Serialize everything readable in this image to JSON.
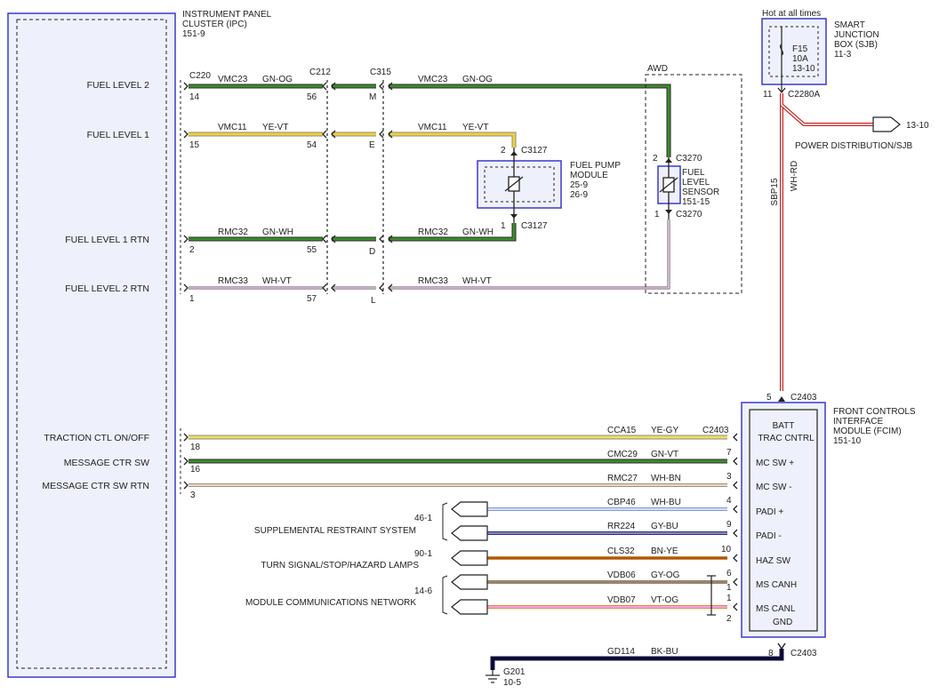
{
  "ipc": {
    "title_l1": "INSTRUMENT PANEL",
    "title_l2": "CLUSTER (IPC)",
    "ref": "151-9",
    "pin_labels": {
      "fl2": "FUEL LEVEL 2",
      "fl1": "FUEL LEVEL 1",
      "fl1rtn": "FUEL LEVEL 1 RTN",
      "fl2rtn": "FUEL LEVEL 2 RTN",
      "tc": "TRACTION CTL ON/OFF",
      "msw": "MESSAGE CTR SW",
      "mswrtn": "MESSAGE CTR SW RTN"
    }
  },
  "sjb": {
    "hot": "Hot at all times",
    "title_l1": "SMART",
    "title_l2": "JUNCTION",
    "title_l3": "BOX (SJB)",
    "ref": "11-3",
    "fuse_name": "F15",
    "fuse_rating": "10A",
    "fuse_ref": "13-10",
    "pin": "11",
    "conn": "C2280A"
  },
  "power_dist": {
    "label": "POWER DISTRIBUTION/SJB",
    "ref": "13-10"
  },
  "sbp15": {
    "circuit": "SBP15",
    "color": "WH-RD"
  },
  "awd": {
    "label": "AWD"
  },
  "fuel_pump": {
    "title_l1": "FUEL PUMP",
    "title_l2": "MODULE",
    "ref1": "25-9",
    "ref2": "26-9",
    "conn": "C3127",
    "pin_top": "2",
    "pin_bot": "1"
  },
  "fuel_sensor": {
    "title_l1": "FUEL",
    "title_l2": "LEVEL",
    "title_l3": "SENSOR",
    "ref": "151-15",
    "conn": "C3270",
    "pin_top": "2",
    "pin_bot": "1"
  },
  "connectors": {
    "c220": "C220",
    "c212": "C212",
    "c315": "C315",
    "c2403": "C2403",
    "c2403b": "C2403"
  },
  "fuel_wires": [
    {
      "key": "fl2",
      "ckt": "VMC23",
      "col": "GN-OG",
      "ipc_pin": "14",
      "c212_pin": "56",
      "c315_pin": "M"
    },
    {
      "key": "fl1",
      "ckt": "VMC11",
      "col": "YE-VT",
      "ipc_pin": "15",
      "c212_pin": "54",
      "c315_pin": "E"
    },
    {
      "key": "fl1rtn",
      "ckt": "RMC32",
      "col": "GN-WH",
      "ipc_pin": "2",
      "c212_pin": "55",
      "c315_pin": "D"
    },
    {
      "key": "fl2rtn",
      "ckt": "RMC33",
      "col": "WH-VT",
      "ipc_pin": "1",
      "c212_pin": "57",
      "c315_pin": "L"
    }
  ],
  "fcim": {
    "title_l1": "FRONT CONTROLS",
    "title_l2": "INTERFACE",
    "title_l3": "MODULE (FCIM)",
    "ref": "151-10",
    "top_pin": "5",
    "top_conn": "C2403",
    "batt": "BATT",
    "trac": "TRAC CNTRL",
    "mcsw_plus": "MC SW +",
    "mcsw_minus": "MC SW -",
    "padi_plus": "PADI +",
    "padi_minus": "PADI -",
    "haz": "HAZ SW",
    "canh": "MS CANH",
    "canl": "MS CANL",
    "gnd": "GND",
    "bot_pin": "8",
    "bot_conn": "C2403"
  },
  "fcim_wires": [
    {
      "key": "tc",
      "ckt": "CCA15",
      "col": "YE-GY",
      "ipc_pin": "18",
      "fcim_pin": ""
    },
    {
      "key": "msw",
      "ckt": "CMC29",
      "col": "GN-VT",
      "ipc_pin": "16",
      "fcim_pin": "7"
    },
    {
      "key": "mswrtn",
      "ckt": "RMC27",
      "col": "WH-BN",
      "ipc_pin": "3",
      "fcim_pin": "3"
    },
    {
      "key": "padip",
      "ckt": "CBP46",
      "col": "WH-BU",
      "fcim_pin": "4"
    },
    {
      "key": "padim",
      "ckt": "RR224",
      "col": "GY-BU",
      "fcim_pin": "9"
    },
    {
      "key": "haz",
      "ckt": "CLS32",
      "col": "BN-YE",
      "fcim_pin": "10"
    },
    {
      "key": "canh",
      "ckt": "VDB06",
      "col": "GY-OG",
      "fcim_pin": "6",
      "pin_b": "1"
    },
    {
      "key": "canl",
      "ckt": "VDB07",
      "col": "VT-OG",
      "fcim_pin": "1",
      "pin_b": "2"
    }
  ],
  "systems": {
    "srs": {
      "ref": "46-1",
      "label": "SUPPLEMENTAL RESTRAINT SYSTEM"
    },
    "turn": {
      "ref": "90-1",
      "label": "TURN SIGNAL/STOP/HAZARD LAMPS"
    },
    "mcn": {
      "ref": "14-6",
      "label": "MODULE COMMUNICATIONS NETWORK"
    }
  },
  "ground": {
    "ckt": "GD114",
    "col": "BK-BU",
    "name": "G201",
    "ref": "10-5"
  },
  "colors": {
    "module_outline": "#3a3acc",
    "module_fill": "#eef0fb",
    "dash": "#222222"
  }
}
